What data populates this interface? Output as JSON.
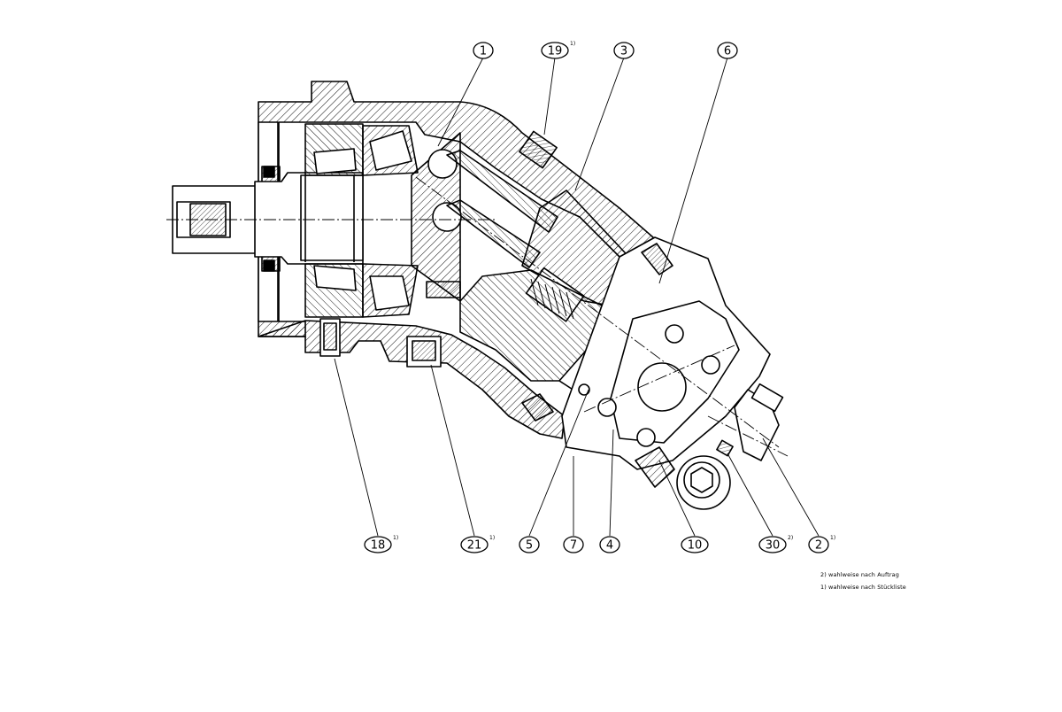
{
  "drawing": {
    "callouts": [
      {
        "id": "1",
        "label": "1",
        "sup": ""
      },
      {
        "id": "19",
        "label": "19",
        "sup": "1)"
      },
      {
        "id": "3",
        "label": "3",
        "sup": ""
      },
      {
        "id": "6",
        "label": "6",
        "sup": ""
      },
      {
        "id": "18",
        "label": "18",
        "sup": "1)"
      },
      {
        "id": "21",
        "label": "21",
        "sup": "1)"
      },
      {
        "id": "5",
        "label": "5",
        "sup": ""
      },
      {
        "id": "7",
        "label": "7",
        "sup": ""
      },
      {
        "id": "4",
        "label": "4",
        "sup": ""
      },
      {
        "id": "10",
        "label": "10",
        "sup": ""
      },
      {
        "id": "30",
        "label": "30",
        "sup": "2)"
      },
      {
        "id": "2",
        "label": "2",
        "sup": "1)"
      }
    ],
    "footnotes": [
      "2) wahlweise nach Auftrag",
      "1) wahlweise nach Stückliste"
    ],
    "line_color": "#000000",
    "background": "#ffffff"
  }
}
